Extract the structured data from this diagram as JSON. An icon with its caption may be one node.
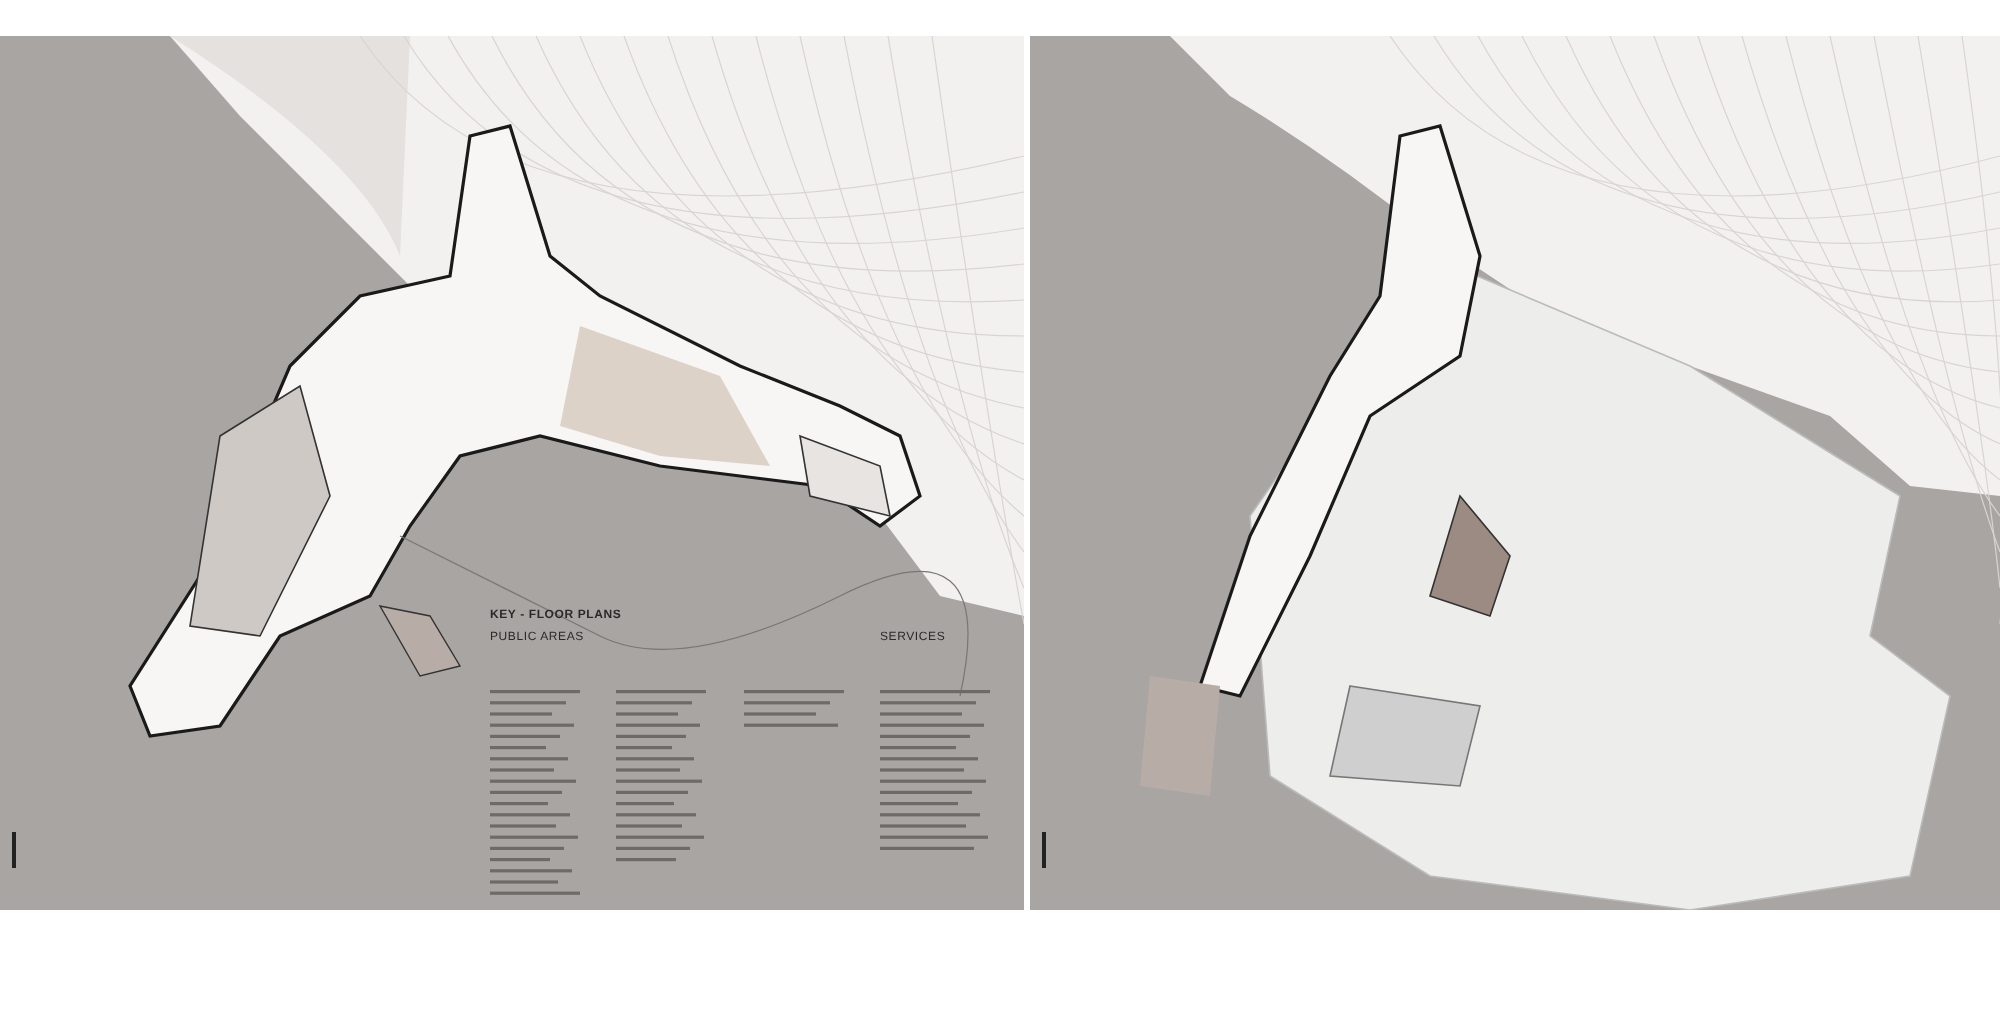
{
  "diagram": {
    "labels": [
      "KEY - FLOOR PLANS",
      "PUBLIC AREAS",
      "SERVICES"
    ]
  }
}
